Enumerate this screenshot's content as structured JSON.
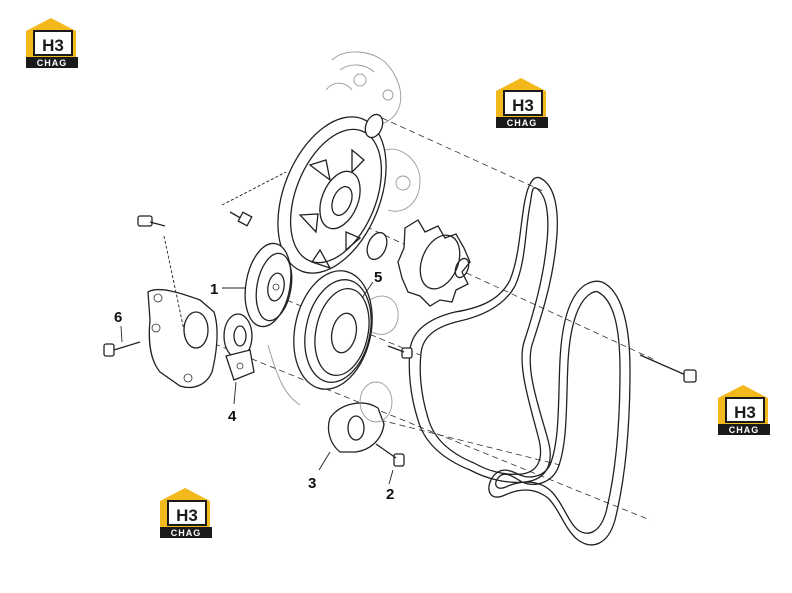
{
  "callouts": [
    {
      "id": "1",
      "label": "1"
    },
    {
      "id": "2",
      "label": "2"
    },
    {
      "id": "3",
      "label": "3"
    },
    {
      "id": "4",
      "label": "4"
    },
    {
      "id": "5",
      "label": "5"
    },
    {
      "id": "6",
      "label": "6"
    }
  ],
  "watermark": {
    "main": "H3",
    "sub": "CHAG",
    "colors": {
      "house": "#f3b81c",
      "dark": "#1a1a1a",
      "light": "#ffffff"
    }
  }
}
